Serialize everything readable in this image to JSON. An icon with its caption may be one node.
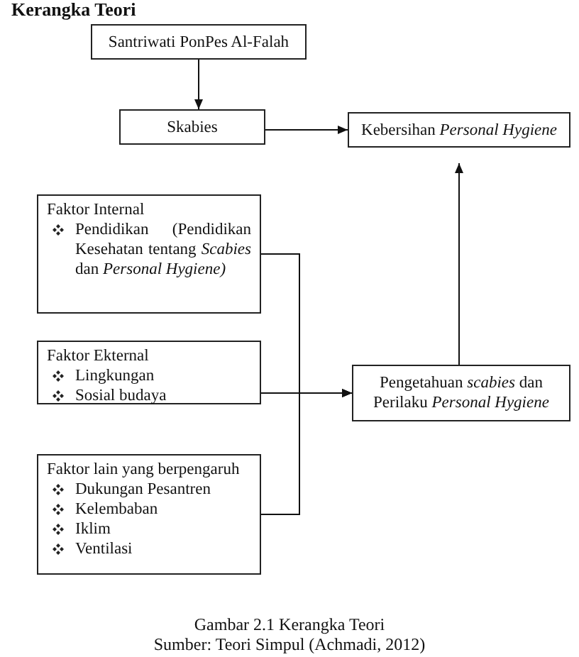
{
  "diagram": {
    "title": "Kerangka Teori",
    "caption": "Gambar 2.1 Kerangka Teori",
    "nodes": [
      {
        "text": [
          "Santriwati PonPes Al-Falah"
        ]
      },
      {
        "text": [
          "Skabies"
        ]
      },
      {
        "text": [
          "Kebersihan *Personal Hygiene*"
        ]
      },
      {
        "text": [
          "Faktor Internal",
          "Pendidikan (Pendidikan Kesehatan tentang *Scabies* dan *Personal Hygiene)*"
        ]
      },
      {
        "text": [
          "Faktor Ekternal",
          "Lingkungan",
          "Sosial budaya"
        ]
      },
      {
        "text": [
          "Faktor lain yang berpengaruh",
          "Dukungan Pesantren",
          "Kelembaban",
          "Iklim",
          "Ventilasi"
        ]
      },
      {
        "text": [
          "Pengetahuan *scabies* dan Perilaku *Personal Hygiene*"
        ]
      }
    ],
    "edges": [
      {
        "from": 0,
        "to": 1,
        "arrow": "to"
      },
      {
        "from": 1,
        "to": 2,
        "arrow": "to"
      },
      {
        "from": 6,
        "to": 2,
        "arrow": "to"
      },
      {
        "from": 3,
        "to": 6,
        "arrow": "to"
      },
      {
        "from": 4,
        "to": 6,
        "arrow": "to"
      },
      {
        "from": 5,
        "to": 6,
        "arrow": "to"
      }
    ],
    "labels": [
      "Sumber: Teori Simpul (Achmadi, 2012)"
    ]
  }
}
